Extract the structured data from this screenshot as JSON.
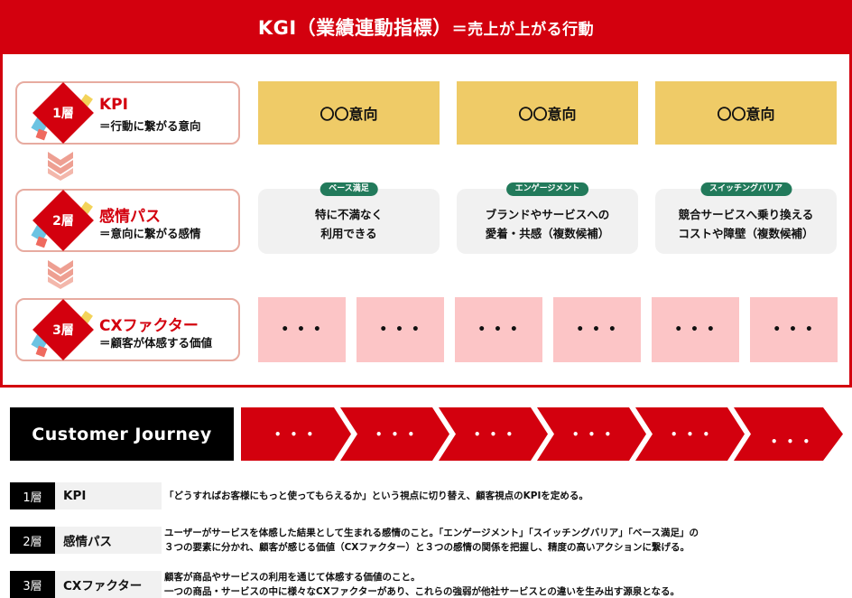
{
  "kgi": {
    "title_main": "KGI（業績連動指標）",
    "title_sub": "＝売上が上がる行動"
  },
  "layers": [
    {
      "badge": "1層",
      "title": "KPI",
      "subtitle": "＝行動に繋がる意向"
    },
    {
      "badge": "2層",
      "title": "感情パス",
      "subtitle": "＝意向に繋がる感情"
    },
    {
      "badge": "3層",
      "title": "CXファクター",
      "subtitle": "＝顧客が体感する価値"
    }
  ],
  "kpi_cards": [
    "〇〇意向",
    "〇〇意向",
    "〇〇意向"
  ],
  "emotion_cards": [
    {
      "badge": "ベース満足",
      "line1": "特に不満なく",
      "line2": "利用できる"
    },
    {
      "badge": "エンゲージメント",
      "line1": "ブランドやサービスへの",
      "line2": "愛着・共感（複数候補）"
    },
    {
      "badge": "スイッチングバリア",
      "line1": "競合サービスへ乗り換える",
      "line2": "コストや障壁（複数候補）"
    }
  ],
  "cx_cards": [
    "• • •",
    "• • •",
    "• • •",
    "• • •",
    "• • •",
    "• • •"
  ],
  "journey": {
    "label": "Customer Journey",
    "steps": [
      "• • •",
      "• • •",
      "• • •",
      "• • •",
      "• • •",
      "• • •"
    ]
  },
  "legend": [
    {
      "num": "1層",
      "name": "KPI",
      "desc": [
        "「どうすればお客様にもっと使ってもらえるか」という視点に切り替え、顧客視点のKPIを定める。"
      ]
    },
    {
      "num": "2層",
      "name": "感情パス",
      "desc": [
        "ユーザーがサービスを体感した結果として生まれる感情のこと。「エンゲージメント」「スイッチングバリア」「ベース満足」の",
        "３つの要素に分かれ、顧客が感じる価値（CXファクター）と３つの感情の関係を把握し、精度の高いアクションに繋げる。"
      ]
    },
    {
      "num": "3層",
      "name": "CXファクター",
      "desc": [
        "顧客が商品やサービスの利用を通じて体感する価値のこと。",
        "一つの商品・サービスの中に様々なCXファクターがあり、これらの強弱が他社サービスとの違いを生み出す源泉となる。"
      ]
    }
  ],
  "colors": {
    "brand_red": "#d3000e",
    "kpi_yellow": "#efcb67",
    "emotion_grey": "#f1f1f1",
    "badge_green": "#227a5b",
    "cx_pink": "#fcc5c6",
    "layer_border": "#e7aba0"
  }
}
